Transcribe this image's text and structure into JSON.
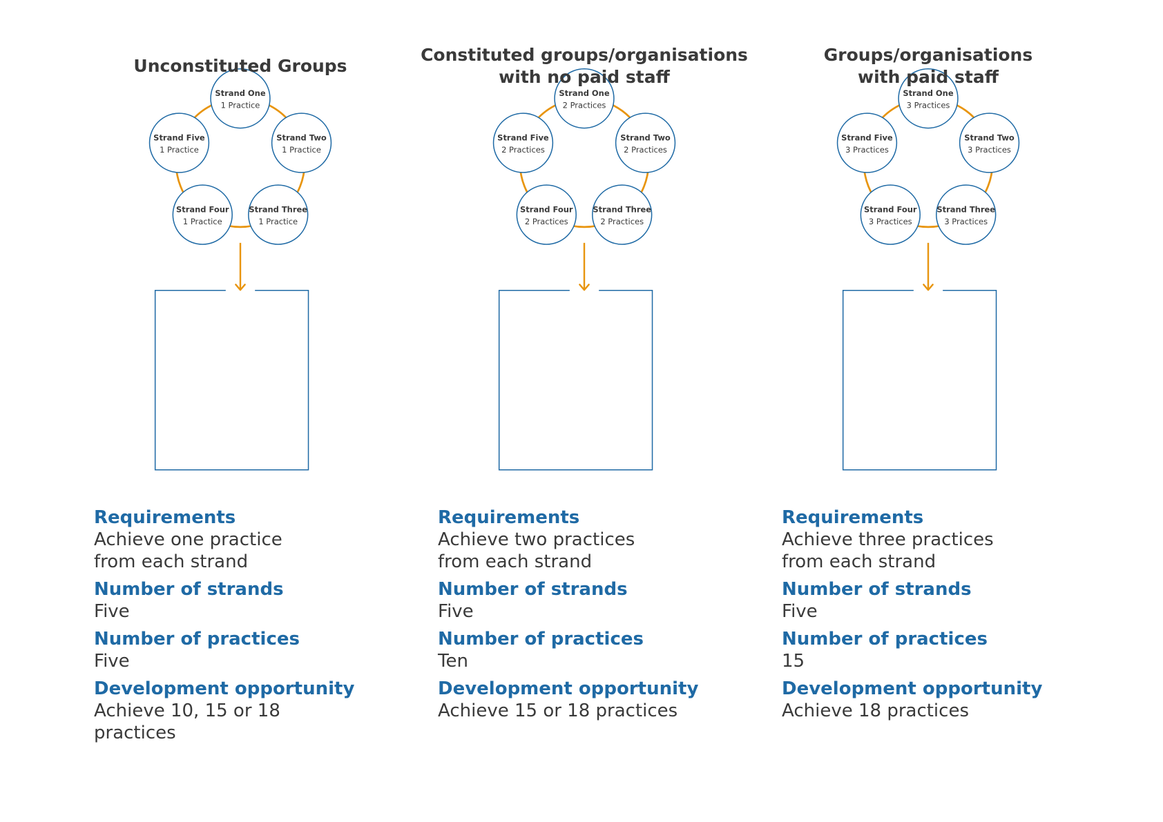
{
  "columns": [
    {
      "title_lines": [
        "Unconstituted Groups"
      ],
      "strands": [
        {
          "name": "Strand One",
          "count": "1 Practice"
        },
        {
          "name": "Strand Two",
          "count": "1 Practice"
        },
        {
          "name": "Strand Three",
          "count": "1 Practice"
        },
        {
          "name": "Strand Four",
          "count": "1 Practice"
        },
        {
          "name": "Strand Five",
          "count": "1 Practice"
        }
      ],
      "info": [
        {
          "label": "Requirements",
          "value": [
            "Achieve one practice",
            "from each strand"
          ]
        },
        {
          "label": "Number of strands",
          "value": [
            "Five"
          ]
        },
        {
          "label": "Number of practices",
          "value": [
            "Five"
          ]
        },
        {
          "label": "Development opportunity",
          "value": [
            "Achieve 10, 15 or 18",
            "practices"
          ]
        }
      ]
    },
    {
      "title_lines": [
        "Constituted groups/organisations",
        "with no paid staff"
      ],
      "strands": [
        {
          "name": "Strand One",
          "count": "2 Practices"
        },
        {
          "name": "Strand Two",
          "count": "2 Practices"
        },
        {
          "name": "Strand Three",
          "count": "2 Practices"
        },
        {
          "name": "Strand Four",
          "count": "2 Practices"
        },
        {
          "name": "Strand Five",
          "count": "2 Practices"
        }
      ],
      "info": [
        {
          "label": "Requirements",
          "value": [
            "Achieve two practices",
            "from each strand"
          ]
        },
        {
          "label": "Number of strands",
          "value": [
            "Five"
          ]
        },
        {
          "label": "Number of practices",
          "value": [
            "Ten"
          ]
        },
        {
          "label": "Development opportunity",
          "value": [
            "Achieve 15 or 18 practices"
          ]
        }
      ]
    },
    {
      "title_lines": [
        "Groups/organisations",
        "with paid staff"
      ],
      "strands": [
        {
          "name": "Strand One",
          "count": "3 Practices"
        },
        {
          "name": "Strand Two",
          "count": "3 Practices"
        },
        {
          "name": "Strand Three",
          "count": "3 Practices"
        },
        {
          "name": "Strand Four",
          "count": "3 Practices"
        },
        {
          "name": "Strand Five",
          "count": "3 Practices"
        }
      ],
      "info": [
        {
          "label": "Requirements",
          "value": [
            "Achieve three practices",
            "from each strand"
          ]
        },
        {
          "label": "Number of strands",
          "value": [
            "Five"
          ]
        },
        {
          "label": "Number of practices",
          "value": [
            "15"
          ]
        },
        {
          "label": "Development opportunity",
          "value": [
            "Achieve 18 practices"
          ]
        }
      ]
    }
  ],
  "colors": {
    "ring": "#e8950f",
    "circle_border": "#1f6aa5",
    "label": "#1f6aa5",
    "text": "#3a3a3a"
  }
}
